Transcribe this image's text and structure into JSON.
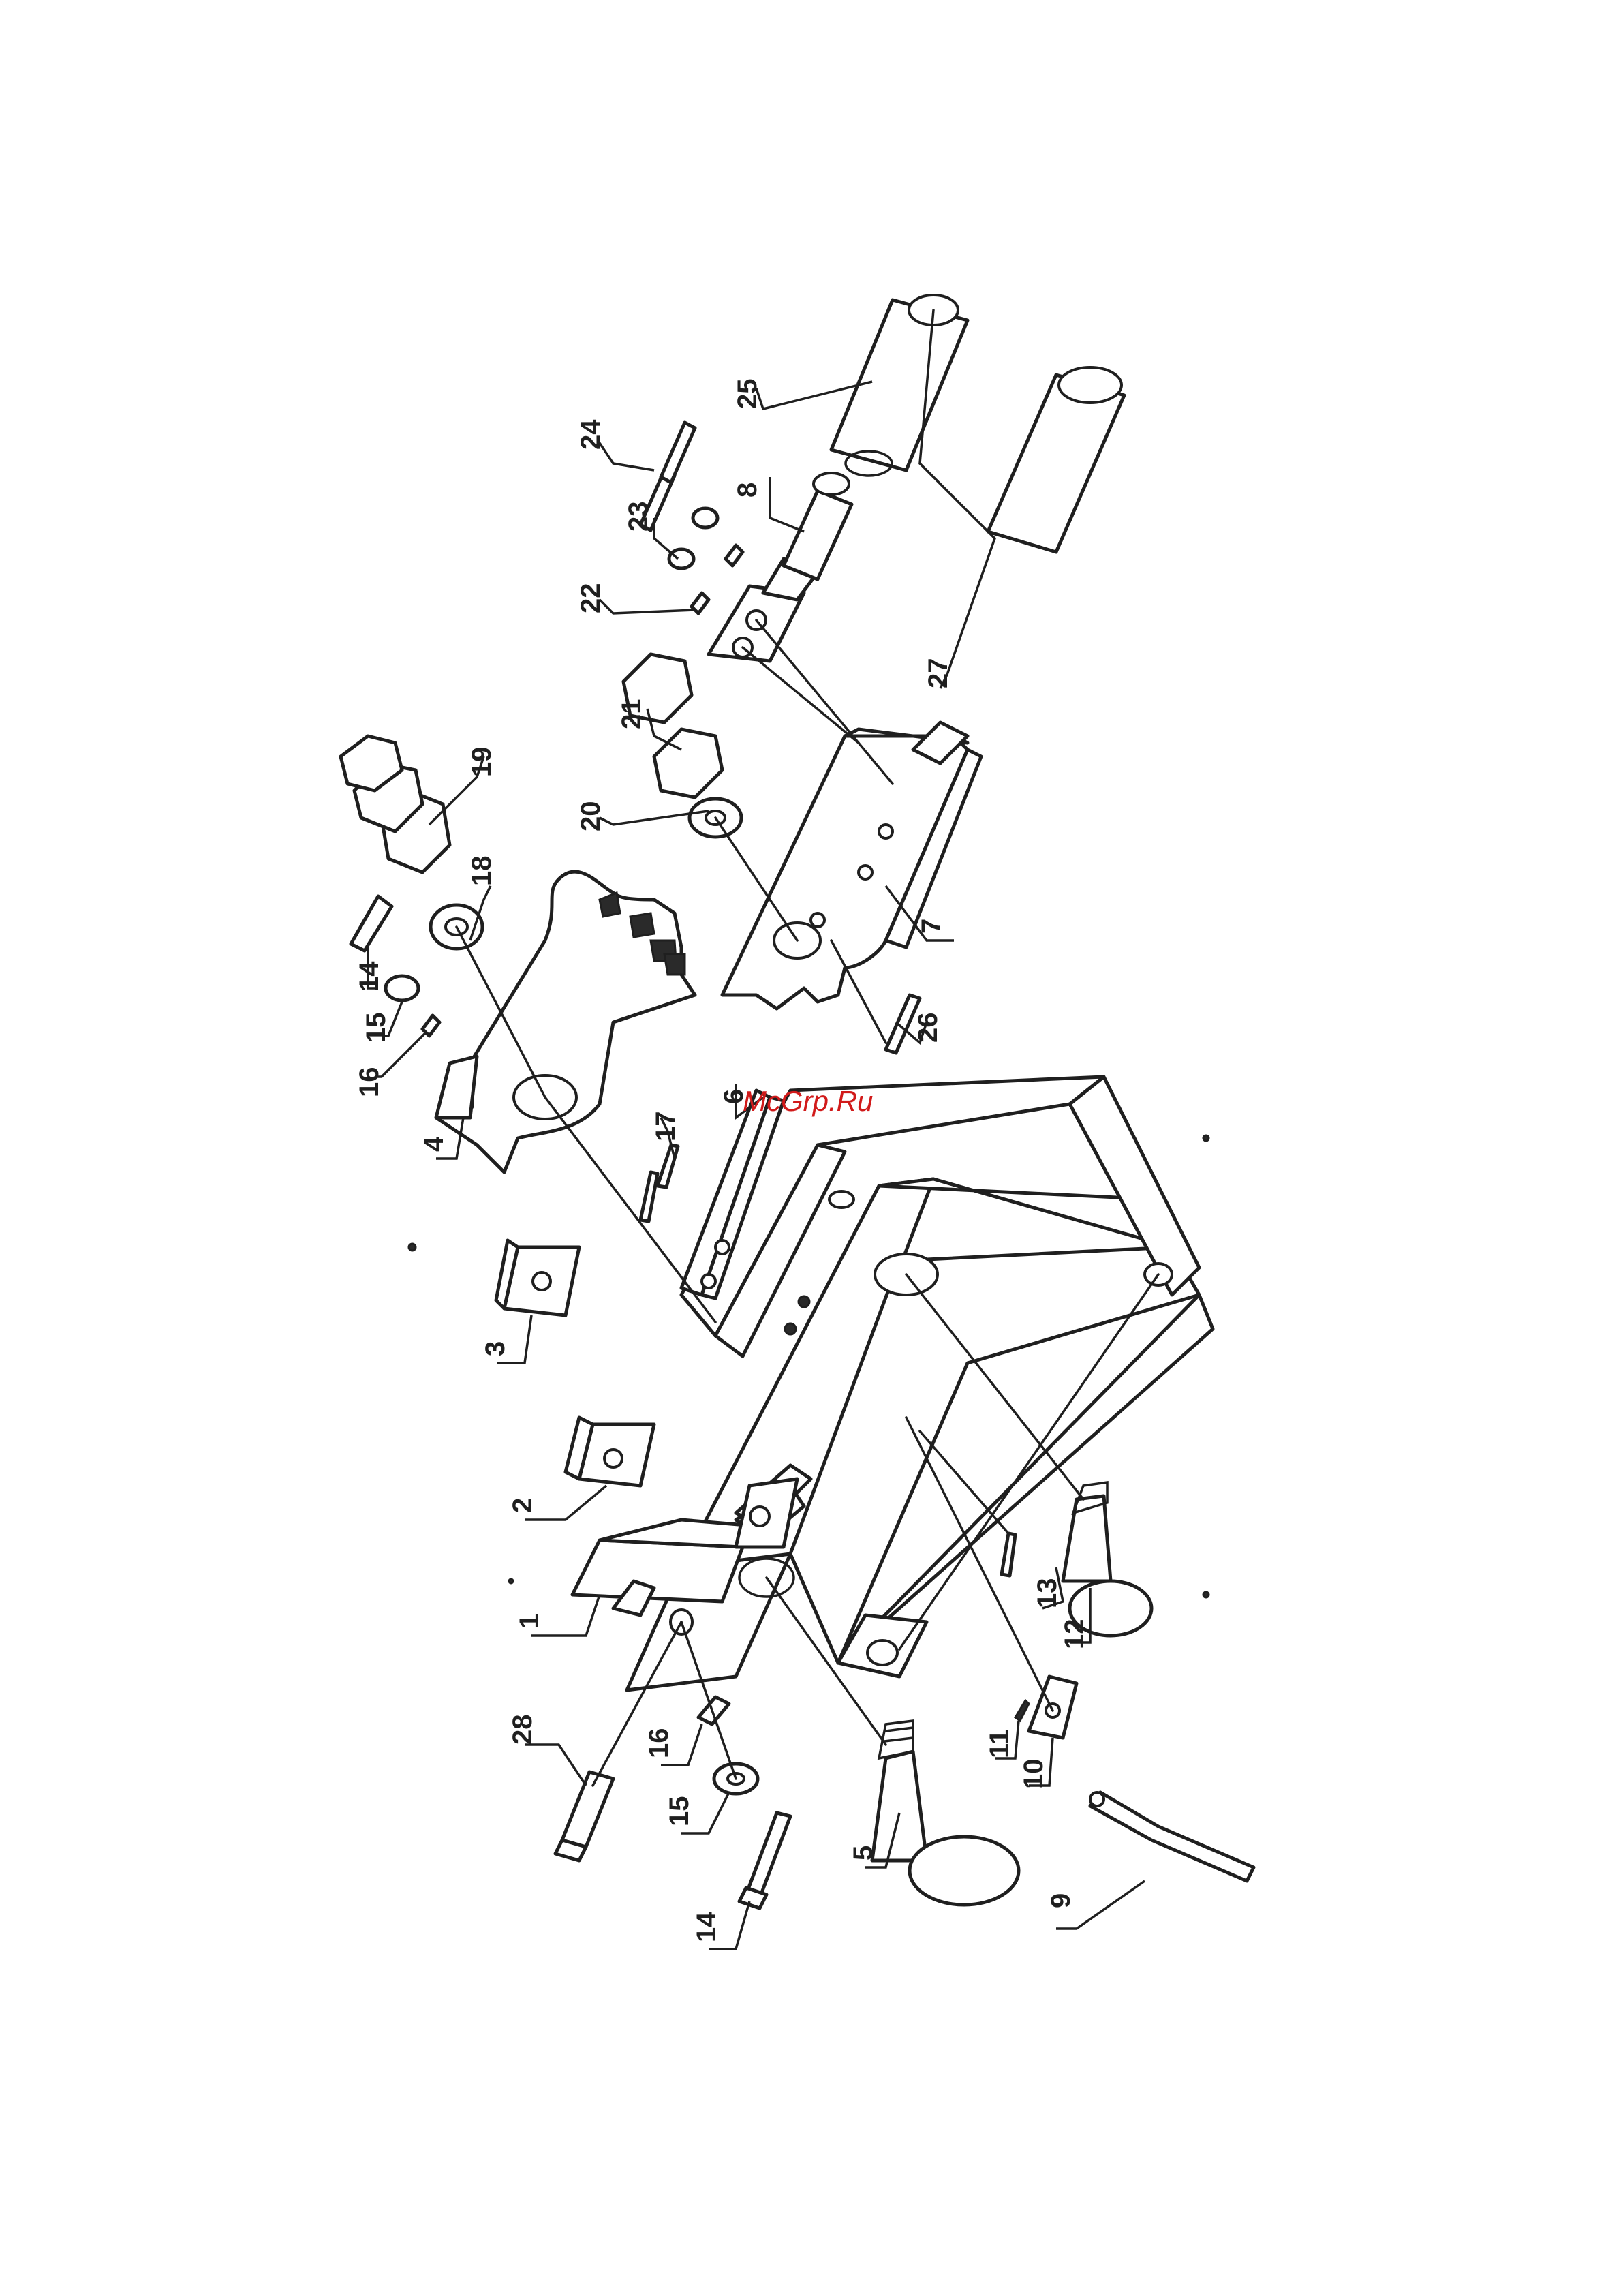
{
  "watermark": "McGrp.Ru",
  "callouts": {
    "c1": "1",
    "c2": "2",
    "c3": "3",
    "c4": "4",
    "c5": "5",
    "c6": "6",
    "c7": "7",
    "c8": "8",
    "c9": "9",
    "c10": "10",
    "c11": "11",
    "c12": "12",
    "c13": "13",
    "c14a": "14",
    "c14b": "14",
    "c15a": "15",
    "c15b": "15",
    "c16a": "16",
    "c16b": "16",
    "c17": "17",
    "c18": "18",
    "c19": "19",
    "c20": "20",
    "c21": "21",
    "c22": "22",
    "c23": "23",
    "c24": "24",
    "c25": "25",
    "c26": "26",
    "c27": "27",
    "c28": "28"
  },
  "colors": {
    "ink": "#1f1f1f",
    "watermark": "#d11a1a",
    "paper": "#ffffff"
  }
}
